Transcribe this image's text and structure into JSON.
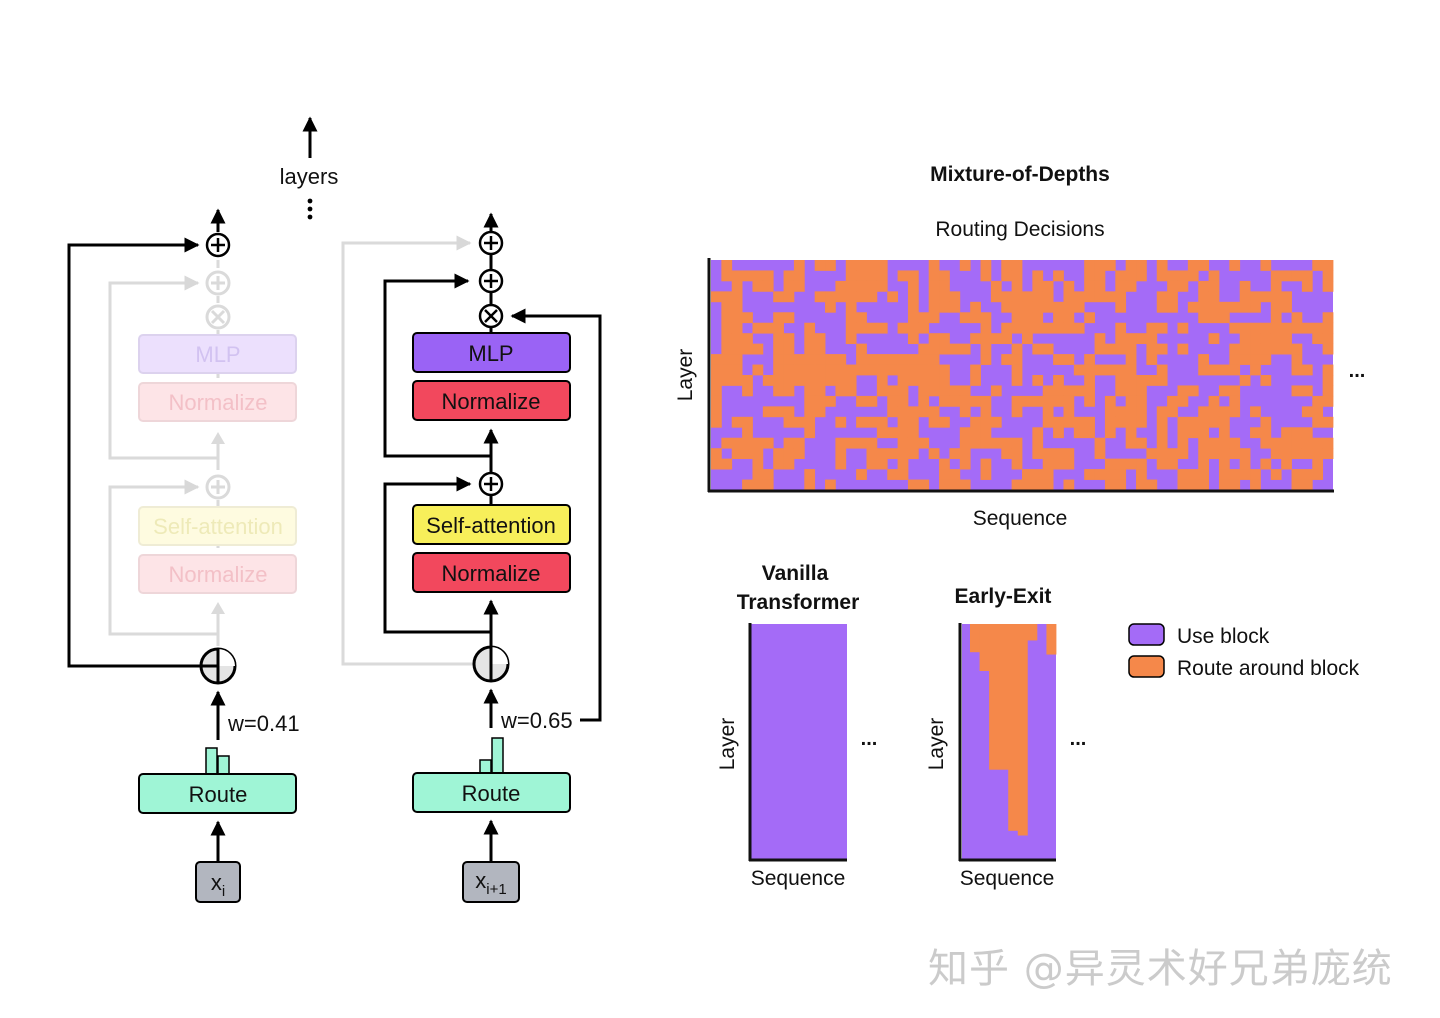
{
  "diagram": {
    "layers_label": "layers",
    "block_a": {
      "mlp": "MLP",
      "normalize_top": "Normalize",
      "self_attention": "Self-attention",
      "normalize_bottom": "Normalize",
      "weight": "w=0.41",
      "route": "Route",
      "input_base": "x",
      "input_sub": "i"
    },
    "block_b": {
      "mlp": "MLP",
      "normalize_top": "Normalize",
      "self_attention": "Self-attention",
      "normalize_bottom": "Normalize",
      "weight": "w=0.65",
      "route": "Route",
      "input_base": "x",
      "input_sub": "i+1"
    },
    "colors": {
      "mlp": "#9a63f5",
      "normalize": "#f2485d",
      "self_attention": "#f7ef5a",
      "route": "#9ff5d6",
      "input": "#b2b6bf",
      "use_block": "#a46bf7",
      "route_around": "#f5884a"
    }
  },
  "mod": {
    "title": "Mixture-of-Depths",
    "subtitle": "Routing Decisions",
    "ylabel": "Layer",
    "xlabel": "Sequence",
    "ellipsis": "..."
  },
  "vanilla": {
    "title_line1": "Vanilla",
    "title_line2": "Transformer",
    "ylabel": "Layer",
    "xlabel": "Sequence",
    "ellipsis": "..."
  },
  "early_exit": {
    "title": "Early-Exit",
    "ylabel": "Layer",
    "xlabel": "Sequence",
    "ellipsis": "...",
    "exit_depths": [
      0.12,
      0.2,
      0.62,
      0.62,
      0.88,
      0.9,
      0.07,
      0.0,
      0.13
    ]
  },
  "legend": {
    "use_block": "Use block",
    "route_around": "Route around block"
  },
  "chart_data": {
    "type": "heatmap",
    "title": "Routing Decisions",
    "xlabel": "Sequence",
    "ylabel": "Layer",
    "rows": 22,
    "cols": 60,
    "seed": 7,
    "route_probability": 0.47
  },
  "watermark": "知乎 @异灵术好兄弟庞统"
}
